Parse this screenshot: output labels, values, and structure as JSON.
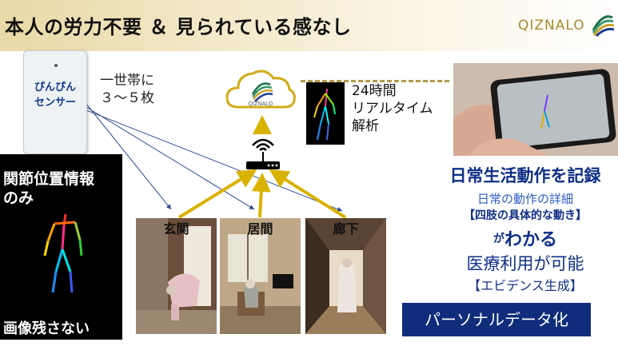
{
  "header": {
    "title": "本人の労力不要 ＆ 見られている感なし",
    "brand": "QIZNALO"
  },
  "sensor": {
    "label": "ぴんぴん\nセンサー"
  },
  "household": {
    "text": "一世帯に\n３～５枚"
  },
  "cloud": {
    "brand": "QIZNALO"
  },
  "analysis": {
    "text": "24時間\nリアルタイム\n解析"
  },
  "rooms": [
    {
      "label": "玄関"
    },
    {
      "label": "居間"
    },
    {
      "label": "廊下"
    }
  ],
  "left_panel": {
    "joint_text": "関節位置情報\nのみ",
    "no_image_text": "画像残さない"
  },
  "right_panel": {
    "record": "日常生活動作を記録",
    "detail": "日常の動作の詳細",
    "limb": "【四肢の具体的な動き】",
    "ga": "が",
    "wakaru": "わかる",
    "medical": "医療利用が可能",
    "evidence": "【エビデンス生成】",
    "personal": "パーソナルデータ化"
  },
  "colors": {
    "accent_gold": "#d9b200",
    "navy": "#0f2d7a",
    "header_gold": "#e9d9a6"
  }
}
